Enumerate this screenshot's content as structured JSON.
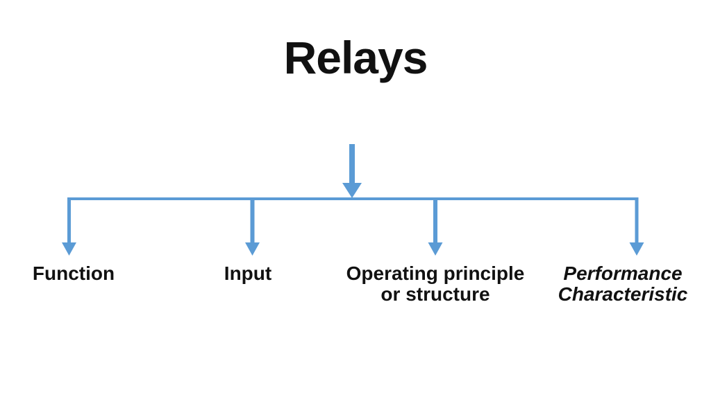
{
  "slide": {
    "title": "Relays",
    "colors": {
      "accent_blue": "#5B9BD5",
      "text": "#111111",
      "background": "#FFFFFF"
    },
    "diagram": {
      "root_label": "Relays",
      "branches": [
        {
          "label": "Function",
          "lines": [
            "Function"
          ]
        },
        {
          "label": "Input",
          "lines": [
            "Input"
          ]
        },
        {
          "label": "Operating principle or structure",
          "lines": [
            "Operating principle",
            "or structure"
          ]
        },
        {
          "label": "Performance Characteristic",
          "emphasis": "italic",
          "lines": [
            "Performance",
            "Characteristic"
          ]
        }
      ]
    }
  }
}
